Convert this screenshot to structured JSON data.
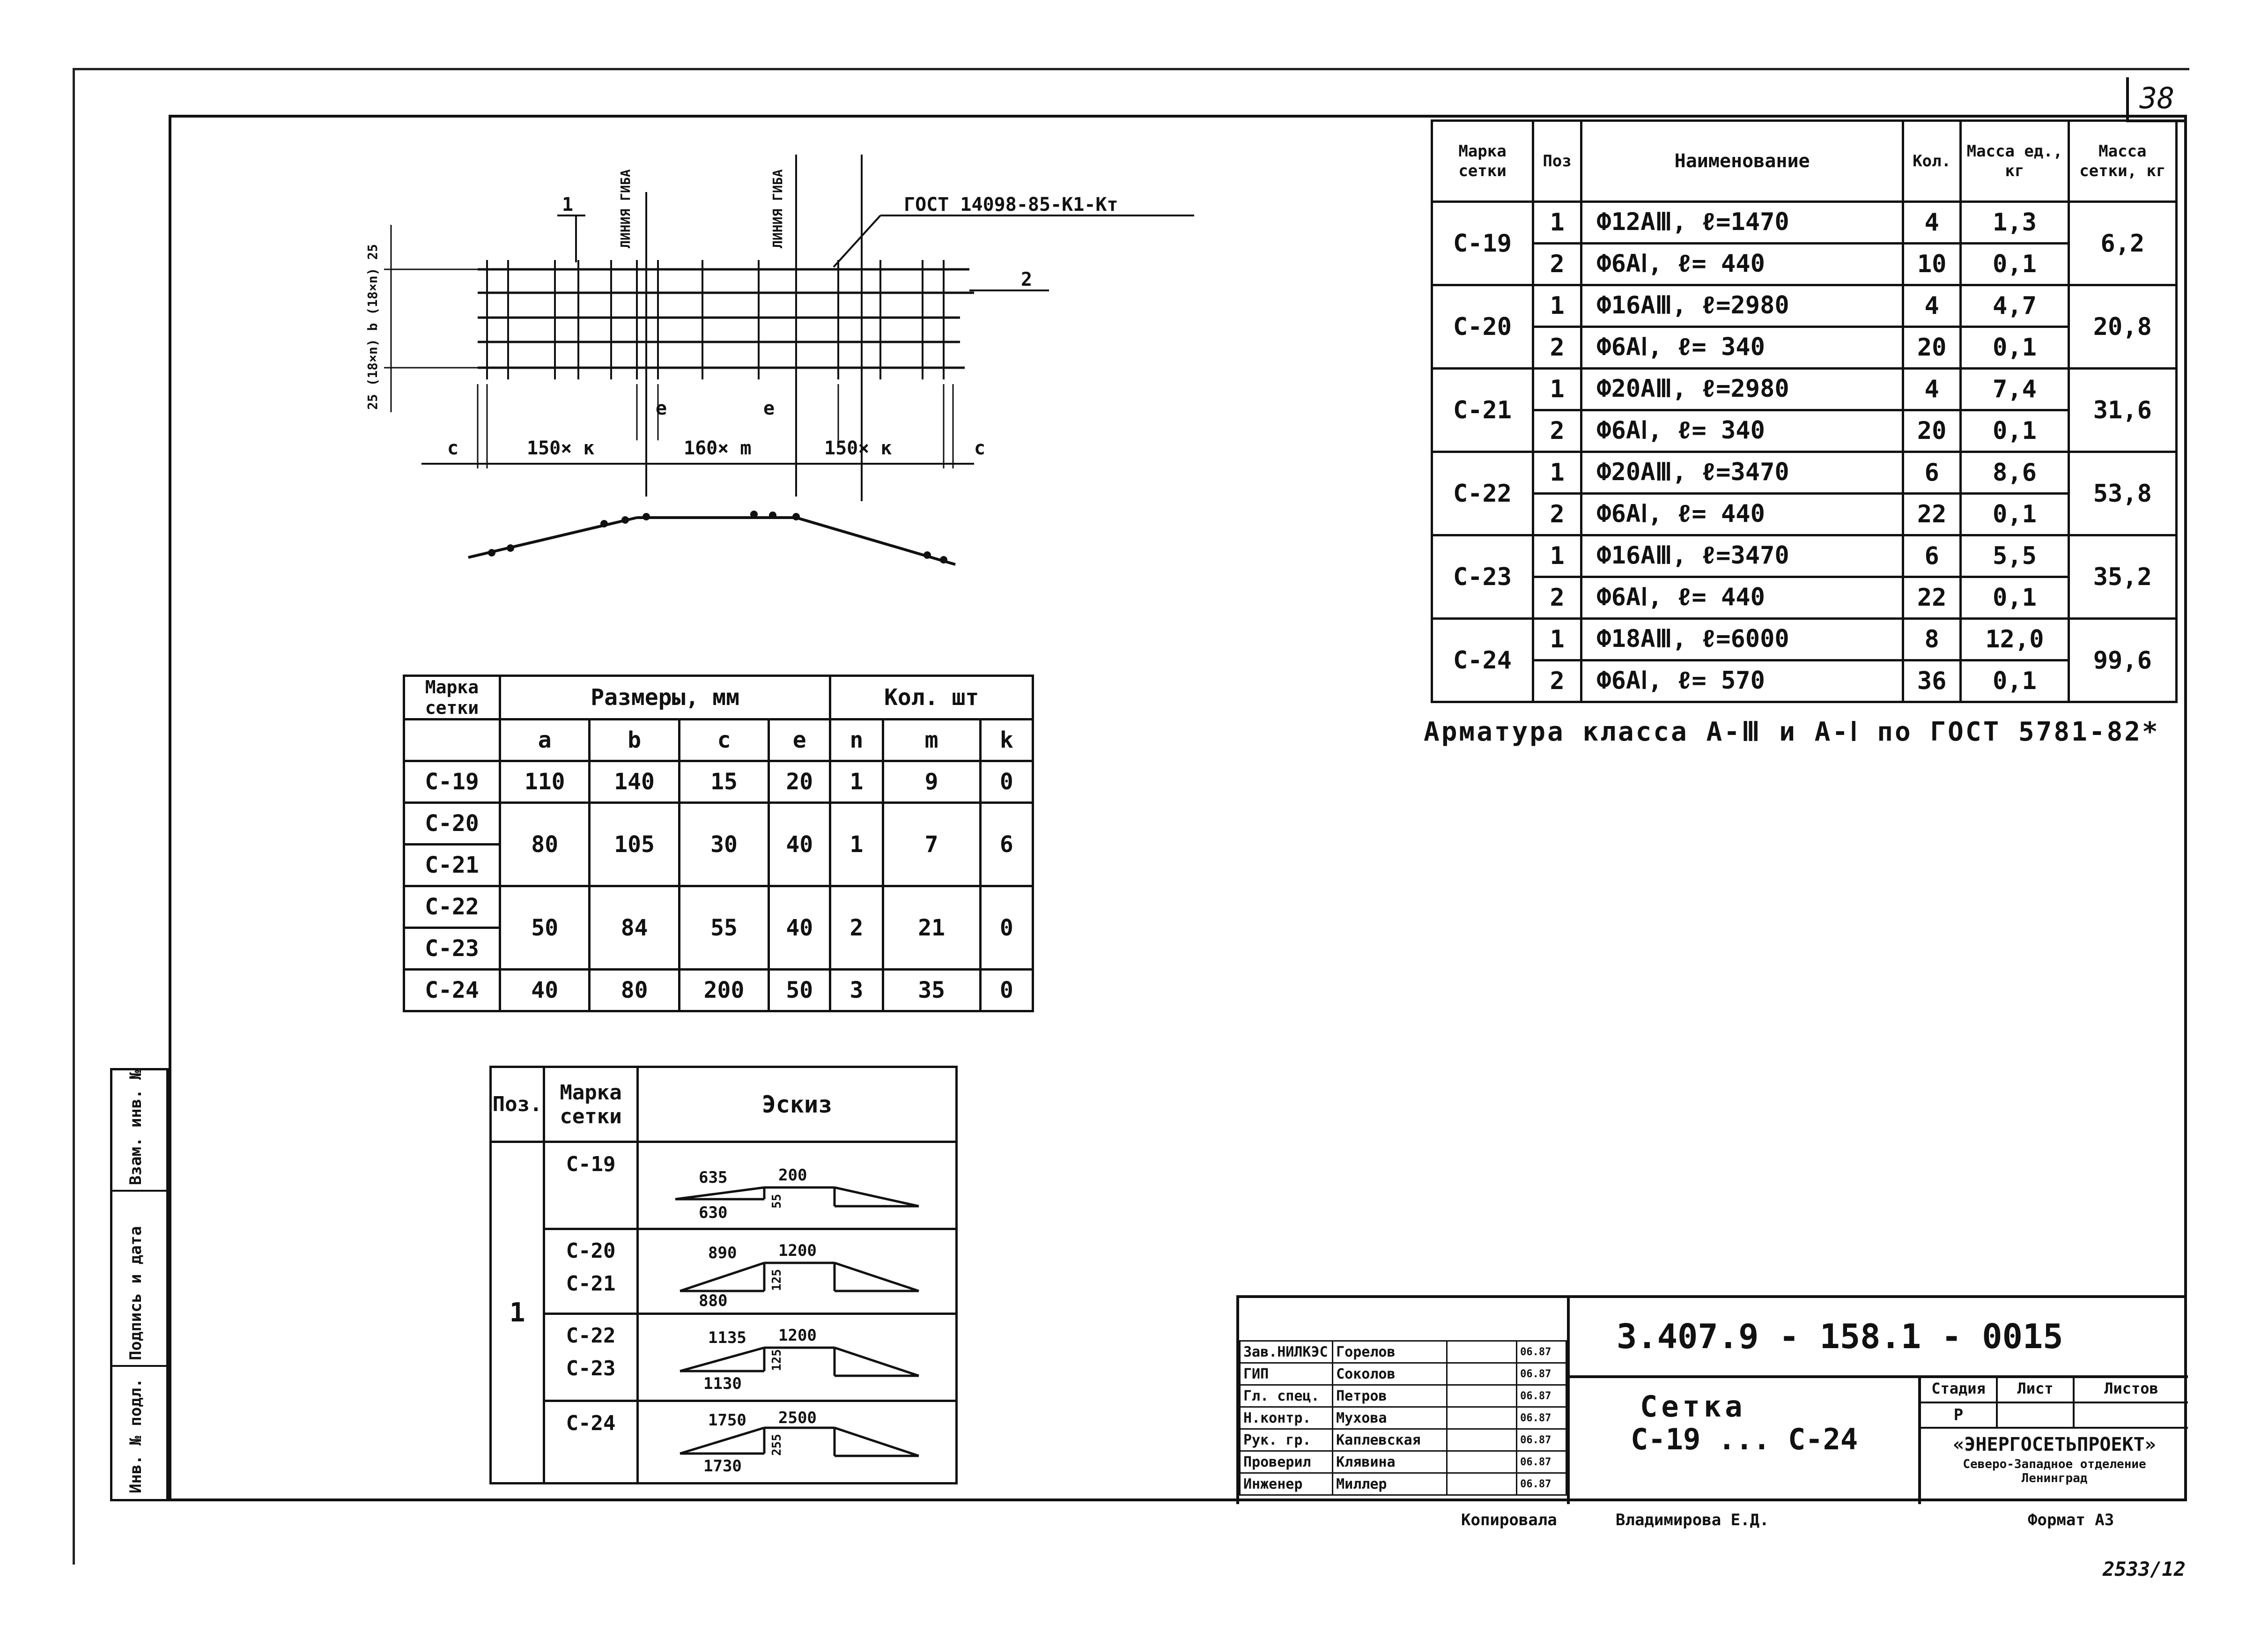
{
  "sheet_number": "38",
  "drawing": {
    "gost_label": "ГОСТ 14098-85-К1-Кт",
    "bend_line_label": "ЛИНИЯ ГИБА",
    "pos1": "1",
    "pos2": "2",
    "dim_labels": [
      "с",
      "150× к",
      "160× m",
      "150× к",
      "с"
    ],
    "e_label": "е",
    "left_dims": "25 (18×n) b (18×n) 25"
  },
  "spec_table": {
    "headers": [
      "Марка сетки",
      "Поз",
      "Наименование",
      "Кол.",
      "Масса ед., кг",
      "Масса сетки, кг"
    ],
    "rows": [
      {
        "mark": "С-19",
        "items": [
          [
            "1",
            "Ф12АⅢ,   ℓ=1470",
            "4",
            "1,3"
          ],
          [
            "2",
            "Ф6АⅠ,    ℓ= 440",
            "10",
            "0,1"
          ]
        ],
        "total": "6,2"
      },
      {
        "mark": "С-20",
        "items": [
          [
            "1",
            "Ф16АⅢ,   ℓ=2980",
            "4",
            "4,7"
          ],
          [
            "2",
            "Ф6АⅠ,    ℓ= 340",
            "20",
            "0,1"
          ]
        ],
        "total": "20,8"
      },
      {
        "mark": "С-21",
        "items": [
          [
            "1",
            "Ф20АⅢ,   ℓ=2980",
            "4",
            "7,4"
          ],
          [
            "2",
            "Ф6АⅠ,    ℓ= 340",
            "20",
            "0,1"
          ]
        ],
        "total": "31,6"
      },
      {
        "mark": "С-22",
        "items": [
          [
            "1",
            "Ф20АⅢ,   ℓ=3470",
            "6",
            "8,6"
          ],
          [
            "2",
            "Ф6АⅠ,    ℓ= 440",
            "22",
            "0,1"
          ]
        ],
        "total": "53,8"
      },
      {
        "mark": "С-23",
        "items": [
          [
            "1",
            "Ф16АⅢ,   ℓ=3470",
            "6",
            "5,5"
          ],
          [
            "2",
            "Ф6АⅠ,    ℓ= 440",
            "22",
            "0,1"
          ]
        ],
        "total": "35,2"
      },
      {
        "mark": "С-24",
        "items": [
          [
            "1",
            "Ф18АⅢ,   ℓ=6000",
            "8",
            "12,0"
          ],
          [
            "2",
            "Ф6АⅠ,    ℓ= 570",
            "36",
            "0,1"
          ]
        ],
        "total": "99,6"
      }
    ]
  },
  "note": "Арматура класса А-Ⅲ и А-Ⅰ по ГОСТ 5781-82*",
  "dims_table": {
    "header_mark": "Марка сетки",
    "header_sizes": "Размеры, мм",
    "header_qty": "Кол. шт",
    "sub": [
      "a",
      "b",
      "c",
      "e",
      "n",
      "m",
      "k"
    ],
    "rows": [
      {
        "marks": [
          "С-19"
        ],
        "vals": [
          "110",
          "140",
          "15",
          "20",
          "1",
          "9",
          "0"
        ]
      },
      {
        "marks": [
          "С-20",
          "С-21"
        ],
        "vals": [
          "80",
          "105",
          "30",
          "40",
          "1",
          "7",
          "6"
        ]
      },
      {
        "marks": [
          "С-22",
          "С-23"
        ],
        "vals": [
          "50",
          "84",
          "55",
          "40",
          "2",
          "21",
          "0"
        ]
      },
      {
        "marks": [
          "С-24"
        ],
        "vals": [
          "40",
          "80",
          "200",
          "50",
          "3",
          "35",
          "0"
        ]
      }
    ]
  },
  "sketch_table": {
    "headers": [
      "Поз.",
      "Марка сетки",
      "Эскиз"
    ],
    "pos": "1",
    "rows": [
      {
        "marks": [
          "С-19"
        ],
        "slope": "635",
        "base": "630",
        "top": "200",
        "h": "55"
      },
      {
        "marks": [
          "С-20",
          "С-21"
        ],
        "slope": "890",
        "base": "880",
        "top": "1200",
        "h": "125"
      },
      {
        "marks": [
          "С-22",
          "С-23"
        ],
        "slope": "1135",
        "base": "1130",
        "top": "1200",
        "h": "125"
      },
      {
        "marks": [
          "С-24"
        ],
        "slope": "1750",
        "base": "1730",
        "top": "2500",
        "h": "255"
      }
    ]
  },
  "stamp": {
    "doc_number": "3.407.9 - 158.1 - 0015",
    "title_line1": "Сетка",
    "title_line2": "С-19 ... С-24",
    "stage_header": "Стадия",
    "sheet_header": "Лист",
    "sheets_header": "Листов",
    "stage": "Р",
    "org": "«ЭНЕРГОСЕТЬПРОЕКТ»",
    "org_sub": "Северо-Западное отделение Ленинград",
    "people": [
      [
        "Зав.НИЛКЭС",
        "Горелов",
        "06.87"
      ],
      [
        "ГИП",
        "Соколов",
        "06.87"
      ],
      [
        "Гл. спец.",
        "Петров",
        "06.87"
      ],
      [
        "Н.контр.",
        "Мухова",
        "06.87"
      ],
      [
        "Рук. гр.",
        "Каплевская",
        "06.87"
      ],
      [
        "Проверил",
        "Клявина",
        "06.87"
      ],
      [
        "Инженер",
        "Миллер",
        "06.87"
      ]
    ]
  },
  "side_stamp": [
    "Инв. № подл.",
    "Подпись и дата",
    "Взам. инв. №"
  ],
  "copied_by": "Копировала",
  "copier": "Владимирова Е.Д.",
  "format": "Формат А3",
  "corner_number": "2533/12"
}
